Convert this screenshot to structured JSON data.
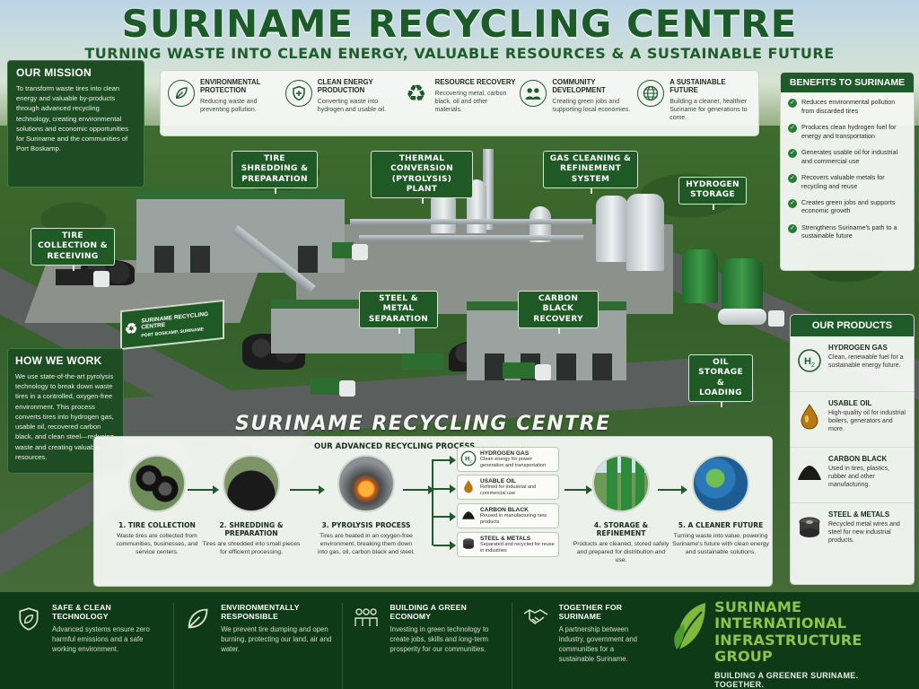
{
  "header": {
    "title": "SURINAME RECYCLING CENTRE",
    "subtitle": "TURNING WASTE INTO CLEAN ENERGY, VALUABLE RESOURCES & A SUSTAINABLE FUTURE"
  },
  "mission": {
    "title": "OUR MISSION",
    "text": "To transform waste tires into clean energy and valuable by-products through advanced recycling technology, creating environmental solutions and economic opportunities for Suriname and the communities of Port Boskamp."
  },
  "pillars": [
    {
      "title": "ENVIRONMENTAL PROTECTION",
      "text": "Reducing waste and preventing pollution.",
      "icon": "leaf-icon"
    },
    {
      "title": "CLEAN ENERGY PRODUCTION",
      "text": "Converting waste into hydrogen and usable oil.",
      "icon": "shield-icon"
    },
    {
      "title": "RESOURCE RECOVERY",
      "text": "Recovering metal, carbon black, oil and other materials.",
      "icon": "recycle-icon"
    },
    {
      "title": "COMMUNITY DEVELOPMENT",
      "text": "Creating green jobs and supporting local economies.",
      "icon": "people-icon"
    },
    {
      "title": "A SUSTAINABLE FUTURE",
      "text": "Building a cleaner, healthier Suriname for generations to come.",
      "icon": "globe-icon"
    }
  ],
  "benefits": {
    "title": "BENEFITS TO SURINAME",
    "items": [
      "Reduces environmental pollution from discarded tires",
      "Produces clean hydrogen fuel for energy and transportation",
      "Generates usable oil for industrial and commercial use",
      "Recovers valuable metals for recycling and reuse",
      "Creates green jobs and supports economic growth",
      "Strengthens Suriname's path to a sustainable future"
    ]
  },
  "callouts": {
    "tire_shredding": "TIRE SHREDDING & PREPARATION",
    "thermal": "THERMAL CONVERSION (PYROLYSIS) PLANT",
    "gas_cleaning": "GAS CLEANING & REFINEMENT SYSTEM",
    "hydrogen": "HYDROGEN STORAGE",
    "tire_collection": "TIRE COLLECTION & RECEIVING",
    "steel": "STEEL & METAL SEPARATION",
    "carbon": "CARBON BLACK RECOVERY",
    "oil": "OIL STORAGE & LOADING"
  },
  "sign": {
    "line1": "SURINAME RECYCLING CENTRE",
    "line2": "PORT BOSKAMP, SURINAME"
  },
  "scene_label": "SURINAME RECYCLING CENTRE",
  "how": {
    "title": "HOW WE WORK",
    "text": "We use state-of-the-art pyrolysis technology to break down waste tires in a controlled, oxygen-free environment. This process converts tires into hydrogen gas, usable oil, recovered carbon black, and clean steel—reducing waste and creating valuable resources."
  },
  "products": {
    "title": "OUR PRODUCTS",
    "items": [
      {
        "name": "HYDROGEN GAS",
        "text": "Clean, renewable fuel for a sustainable energy future.",
        "icon": "h2-icon"
      },
      {
        "name": "USABLE OIL",
        "text": "High-quality oil for industrial boilers, generators and more.",
        "icon": "oil-drop-icon"
      },
      {
        "name": "CARBON BLACK",
        "text": "Used in tires, plastics, rubber and other manufacturing.",
        "icon": "carbon-pile-icon"
      },
      {
        "name": "STEEL & METALS",
        "text": "Recycled metal wires and steel for new industrial products.",
        "icon": "steel-coil-icon"
      }
    ]
  },
  "process": {
    "title": "OUR ADVANCED RECYCLING PROCESS",
    "steps": [
      {
        "title": "1. TIRE COLLECTION",
        "text": "Waste tires are collected from communities, businesses, and service centers."
      },
      {
        "title": "2. SHREDDING & PREPARATION",
        "text": "Tires are shredded into small pieces for efficient processing."
      },
      {
        "title": "3. PYROLYSIS PROCESS",
        "text": "Tires are heated in an oxygen-free environment, breaking them down into gas, oil, carbon black and steel."
      },
      {
        "title": "4. STORAGE & REFINEMENT",
        "text": "Products are cleaned, stored safely and prepared for distribution and use."
      },
      {
        "title": "5. A CLEANER FUTURE",
        "text": "Turning waste into value, powering Suriname's future with clean energy and sustainable solutions."
      }
    ],
    "outputs": [
      {
        "name": "HYDROGEN GAS",
        "text": "Clean energy for power generation and transportation",
        "icon": "h2-icon"
      },
      {
        "name": "USABLE OIL",
        "text": "Refined for industrial and commercial use",
        "icon": "oil-drop-icon"
      },
      {
        "name": "CARBON BLACK",
        "text": "Reused in manufacturing new products",
        "icon": "carbon-pile-icon"
      },
      {
        "name": "STEEL & METALS",
        "text": "Separated and recycled for reuse in industries",
        "icon": "steel-coil-icon"
      }
    ]
  },
  "footer": {
    "items": [
      {
        "title": "SAFE & CLEAN TECHNOLOGY",
        "text": "Advanced systems ensure zero harmful emissions and a safe working environment.",
        "icon": "shield-leaf-icon"
      },
      {
        "title": "ENVIRONMENTALLY RESPONSIBLE",
        "text": "We prevent tire dumping and open burning, protecting our land, air and water.",
        "icon": "leaf-icon"
      },
      {
        "title": "BUILDING A GREEN ECONOMY",
        "text": "Investing in green technology to create jobs, skills and long-term prosperity for our communities.",
        "icon": "people-icon"
      },
      {
        "title": "TOGETHER FOR SURINAME",
        "text": "A partnership between industry, government and communities for a sustainable Suriname.",
        "icon": "handshake-icon"
      }
    ],
    "brand_name_1": "SURINAME INTERNATIONAL",
    "brand_name_2": "INFRASTRUCTURE GROUP",
    "tagline": "BUILDING A GREENER SURINAME. TOGETHER."
  },
  "colors": {
    "primary_green": "#1e5a2a",
    "footer_bg": "#0f3a17",
    "brand_accent": "#8fc54a"
  }
}
